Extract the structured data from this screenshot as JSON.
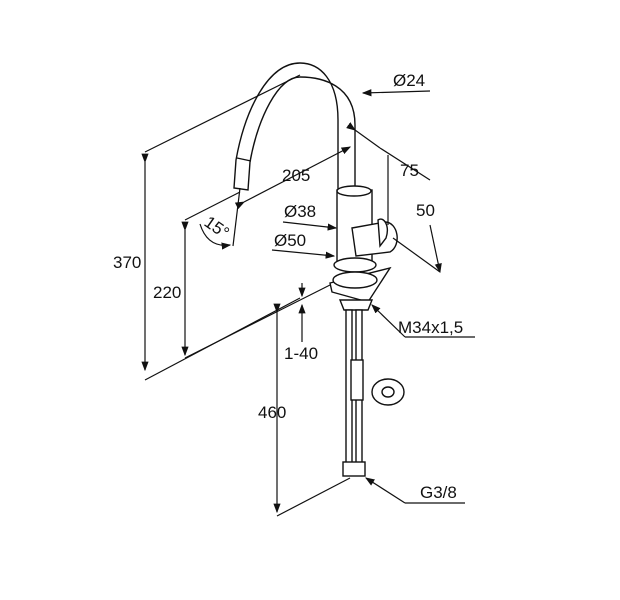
{
  "drawing": {
    "title": "Kitchen faucet dimension drawing",
    "labels": {
      "d24": "Ø24",
      "reach": "205",
      "d75": "75",
      "d50h": "50",
      "d38": "Ø38",
      "d50": "Ø50",
      "angle": "15°",
      "height": "370",
      "outlet": "220",
      "thread": "M34x1,5",
      "deck": "1-40",
      "hose": "460",
      "conn": "G3/8"
    },
    "line_color": "#111111"
  }
}
